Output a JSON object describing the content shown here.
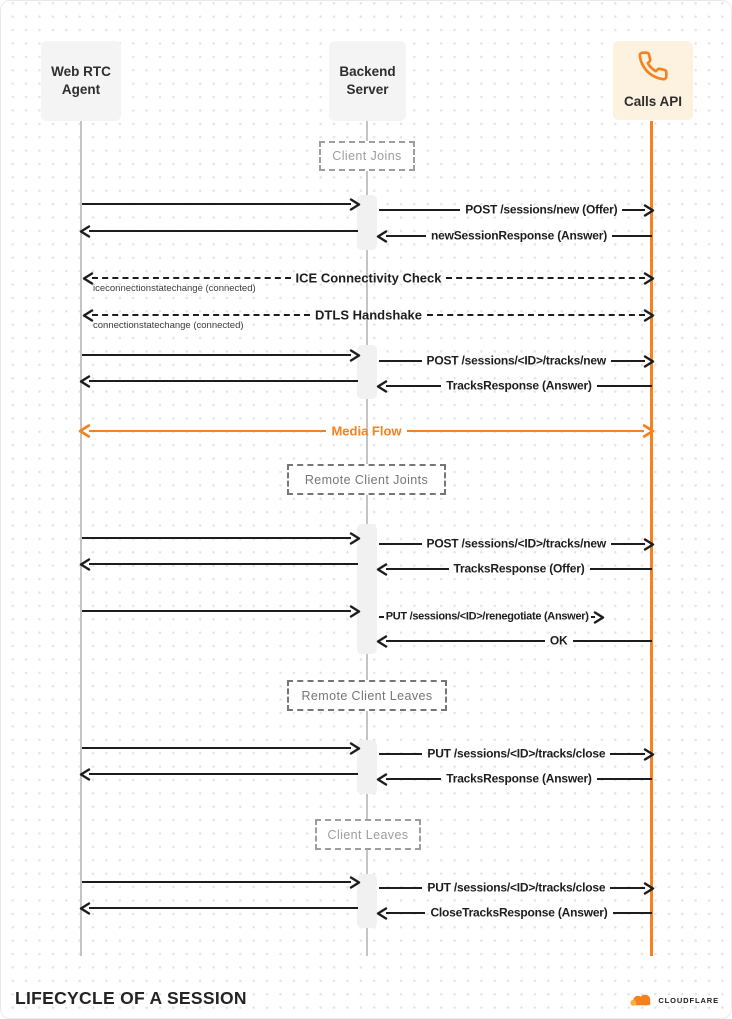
{
  "diagram": {
    "title": "LIFECYCLE OF A SESSION",
    "brand": "CLOUDFLARE"
  },
  "actors": {
    "agent": {
      "line1": "Web RTC",
      "line2": "Agent"
    },
    "backend": {
      "line1": "Backend",
      "line2": "Server"
    },
    "calls": {
      "label": "Calls API",
      "icon": "phone-icon"
    }
  },
  "sections": {
    "client_joins": "Client Joins",
    "remote_client_joints": "Remote Client Joints",
    "remote_client_leaves": "Remote Client Leaves",
    "client_leaves": "Client Leaves"
  },
  "messages": {
    "post_sessions_new": "POST /sessions/new (Offer)",
    "new_session_response": "newSessionResponse (Answer)",
    "ice_check": "ICE Connectivity Check",
    "ice_sub": "iceconnectionstatechange (connected)",
    "dtls_handshake": "DTLS Handshake",
    "dtls_sub": "connectionstatechange (connected)",
    "post_tracks_new_1": "POST /sessions/<ID>/tracks/new",
    "tracks_response_answer_1": "TracksResponse (Answer)",
    "media_flow": "Media Flow",
    "post_tracks_new_2": "POST /sessions/<ID>/tracks/new",
    "tracks_response_offer": "TracksResponse (Offer)",
    "put_renegotiate": "PUT /sessions/<ID>/renegotiate (Answer)",
    "ok": "OK",
    "put_tracks_close_1": "PUT /sessions/<ID>/tracks/close",
    "tracks_response_answer_2": "TracksResponse (Answer)",
    "put_tracks_close_2": "PUT /sessions/<ID>/tracks/close",
    "close_tracks_response": "CloseTracksResponse (Answer)"
  },
  "colors": {
    "accent_orange": "#F6821F",
    "calls_box_bg": "#FDF1E0",
    "actor_box_bg": "#F4F4F5",
    "arrow_black": "#1D1D1D",
    "lifeline_gray": "#C4C4C4"
  }
}
